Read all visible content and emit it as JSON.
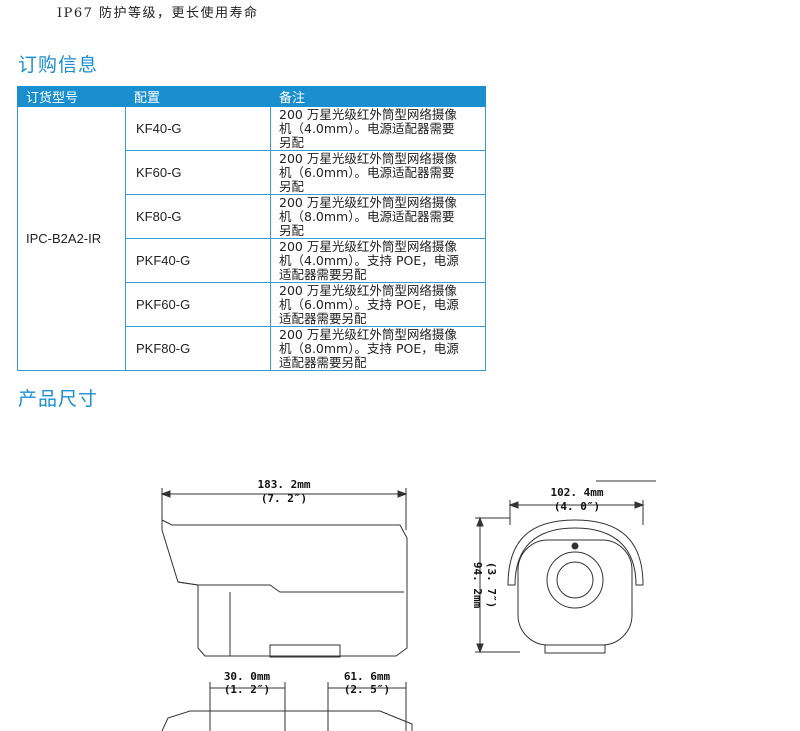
{
  "intro_text": "IP67 防护等级，更长使用寿命",
  "section_order_title": "订购信息",
  "section_dimensions_title": "产品尺寸",
  "order_table": {
    "headers": [
      "订货型号",
      "配置",
      "备注"
    ],
    "model": "IPC-B2A2-IR",
    "rows": [
      {
        "config": "KF40-G",
        "note_lines": [
          "200 万星光级红外筒型网络摄像",
          "机（4.0mm）。电源适配器需要",
          "另配"
        ]
      },
      {
        "config": "KF60-G",
        "note_lines": [
          "200 万星光级红外筒型网络摄像",
          "机（6.0mm）。电源适配器需要",
          "另配"
        ]
      },
      {
        "config": "KF80-G",
        "note_lines": [
          "200 万星光级红外筒型网络摄像",
          "机（8.0mm）。电源适配器需要",
          "另配"
        ]
      },
      {
        "config": "PKF40-G",
        "note_lines": [
          "200 万星光级红外筒型网络摄像",
          "机（4.0mm）。支持 POE，电源",
          "适配器需要另配"
        ]
      },
      {
        "config": "PKF60-G",
        "note_lines": [
          "200 万星光级红外筒型网络摄像",
          "机（6.0mm）。支持 POE，电源",
          "适配器需要另配"
        ]
      },
      {
        "config": "PKF80-G",
        "note_lines": [
          "200 万星光级红外筒型网络摄像",
          "机（8.0mm）。支持 POE，电源",
          "适配器需要另配"
        ]
      }
    ]
  },
  "dimensions": {
    "side_length_mm": "183. 2mm",
    "side_length_in": "(7. 2″)",
    "front_width_mm": "102. 4mm",
    "front_width_in": "(4. 0″)",
    "front_height_mm": "94. 2mm",
    "front_height_in": "(3. 7″)",
    "bottom_left_mm": "30. 0mm",
    "bottom_left_in": "(1. 2″)",
    "bottom_right_mm": "61. 6mm",
    "bottom_right_in": "(2. 5″)"
  }
}
